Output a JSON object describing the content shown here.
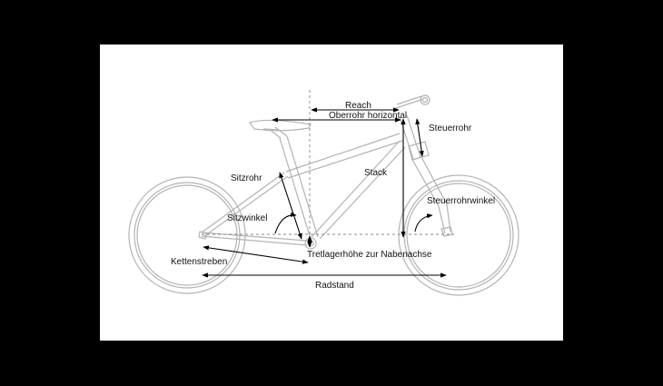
{
  "labels": {
    "reach": "Reach",
    "oberrohr": "Oberrohr horizontal",
    "steuerrohr": "Steuerrohr",
    "stack": "Stack",
    "sitzrohr": "Sitzrohr",
    "sitzwinkel": "Sitzwinkel",
    "steuerrohrwinkel": "Steuerrohrwinkel",
    "tretlager": "Tretlagerhöhe zur Nabenachse",
    "kettenstreben": "Kettenstreben",
    "radstand": "Radstand"
  },
  "colors": {
    "background": "#000000",
    "panel": "#ffffff",
    "frame_line": "#b3b3b3",
    "measure_line": "#000000",
    "label_text": "#111111"
  }
}
